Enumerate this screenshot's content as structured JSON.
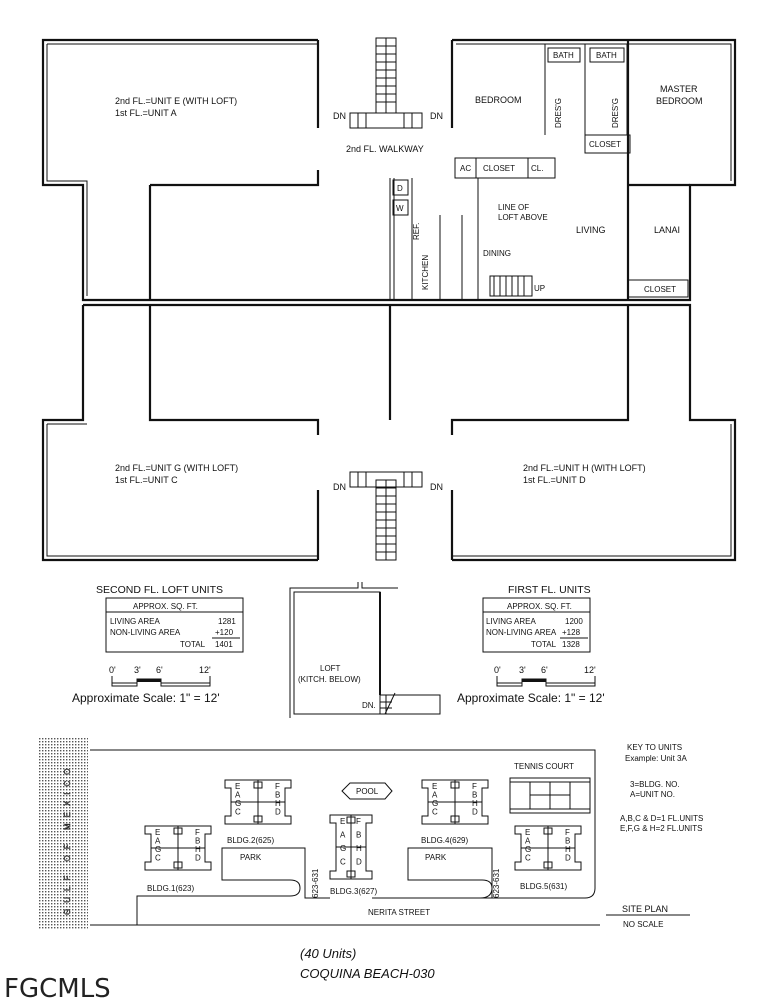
{
  "floor_plan": {
    "top_left_unit": [
      "2nd FL.=UNIT E (WITH LOFT)",
      "1st FL.=UNIT A"
    ],
    "bottom_left_unit": [
      "2nd FL.=UNIT G (WITH LOFT)",
      "1st FL.=UNIT C"
    ],
    "bottom_right_unit": [
      "2nd FL.=UNIT H (WITH LOFT)",
      "1st FL.=UNIT D"
    ],
    "dn": "DN",
    "walkway": "2nd FL. WALKWAY",
    "rooms": {
      "bedroom": "BEDROOM",
      "bath": "BATH",
      "master": "MASTER",
      "master_bedroom": "BEDROOM",
      "dressing": "DRES'G",
      "closet": "CLOSET",
      "ac": "AC",
      "cl": "CL.",
      "dryer": "D",
      "washer": "W",
      "ref": "REF.",
      "kitchen": "KITCHEN",
      "loft_line_1": "LINE OF",
      "loft_line_2": "LOFT ABOVE",
      "living": "LIVING",
      "dining": "DINING",
      "up": "UP",
      "lanai": "LANAI"
    }
  },
  "second_floor_table": {
    "title": "SECOND FL. LOFT UNITS",
    "header": "APPROX. SQ. FT.",
    "rows": [
      {
        "label": "LIVING AREA",
        "value": "1281"
      },
      {
        "label": "NON-LIVING AREA",
        "value": "+120"
      },
      {
        "label": "TOTAL",
        "value": "1401"
      }
    ]
  },
  "first_floor_table": {
    "title": "FIRST FL. UNITS",
    "header": "APPROX. SQ. FT.",
    "rows": [
      {
        "label": "LIVING AREA",
        "value": "1200"
      },
      {
        "label": "NON-LIVING AREA",
        "value": "+128"
      },
      {
        "label": "TOTAL",
        "value": "1328"
      }
    ]
  },
  "scale": {
    "ticks": [
      "0'",
      "3'",
      "6'",
      "12'"
    ],
    "caption": "Approximate Scale: 1\" = 12'"
  },
  "loft": {
    "label_1": "LOFT",
    "label_2": "(KITCH. BELOW)",
    "dn": "DN."
  },
  "site_plan": {
    "gulf": "GULF OF MEXICO",
    "pool": "POOL",
    "tennis": "TENNIS COURT",
    "park": "PARK",
    "address_range": "623-631",
    "street": "NERITA STREET",
    "unit_letters": {
      "left": [
        "E",
        "A",
        "G",
        "C"
      ],
      "right": [
        "F",
        "B",
        "H",
        "D"
      ]
    },
    "buildings": [
      {
        "label": "BLDG.1(623)"
      },
      {
        "label": "BLDG.2(625)"
      },
      {
        "label": "BLDG.3(627)"
      },
      {
        "label": "BLDG.4(629)"
      },
      {
        "label": "BLDG.5(631)"
      }
    ],
    "key": {
      "title": "KEY TO UNITS",
      "example": "Example: Unit 3A",
      "line1": "3=BLDG. NO.",
      "line2": "A=UNIT NO.",
      "line3": "A,B,C & D=1 FL.UNITS",
      "line4": "E,F,G & H=2 FL.UNITS"
    },
    "title": "SITE PLAN",
    "subtitle": "NO SCALE"
  },
  "footer": {
    "units": "(40 Units)",
    "name": "COQUINA BEACH-030",
    "logo": "FGCMLS"
  }
}
